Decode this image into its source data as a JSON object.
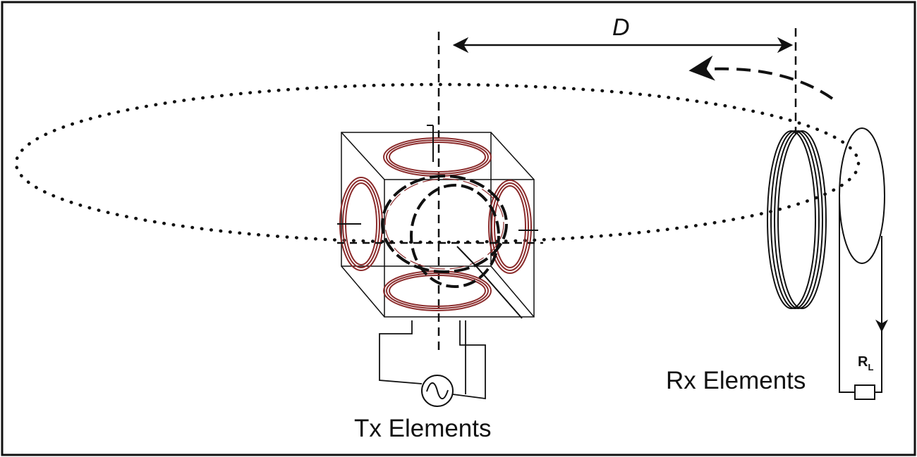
{
  "labels": {
    "distance": "D",
    "tx": "Tx Elements",
    "rx": "Rx Elements",
    "load": "R",
    "load_subscript": "L"
  },
  "colors": {
    "coil": "#8b2c2c",
    "line": "#111111",
    "background": "#ffffff"
  },
  "icons": {
    "source": "ac-source-icon",
    "load": "resistor-icon",
    "rotation": "curved-arrow-icon"
  }
}
